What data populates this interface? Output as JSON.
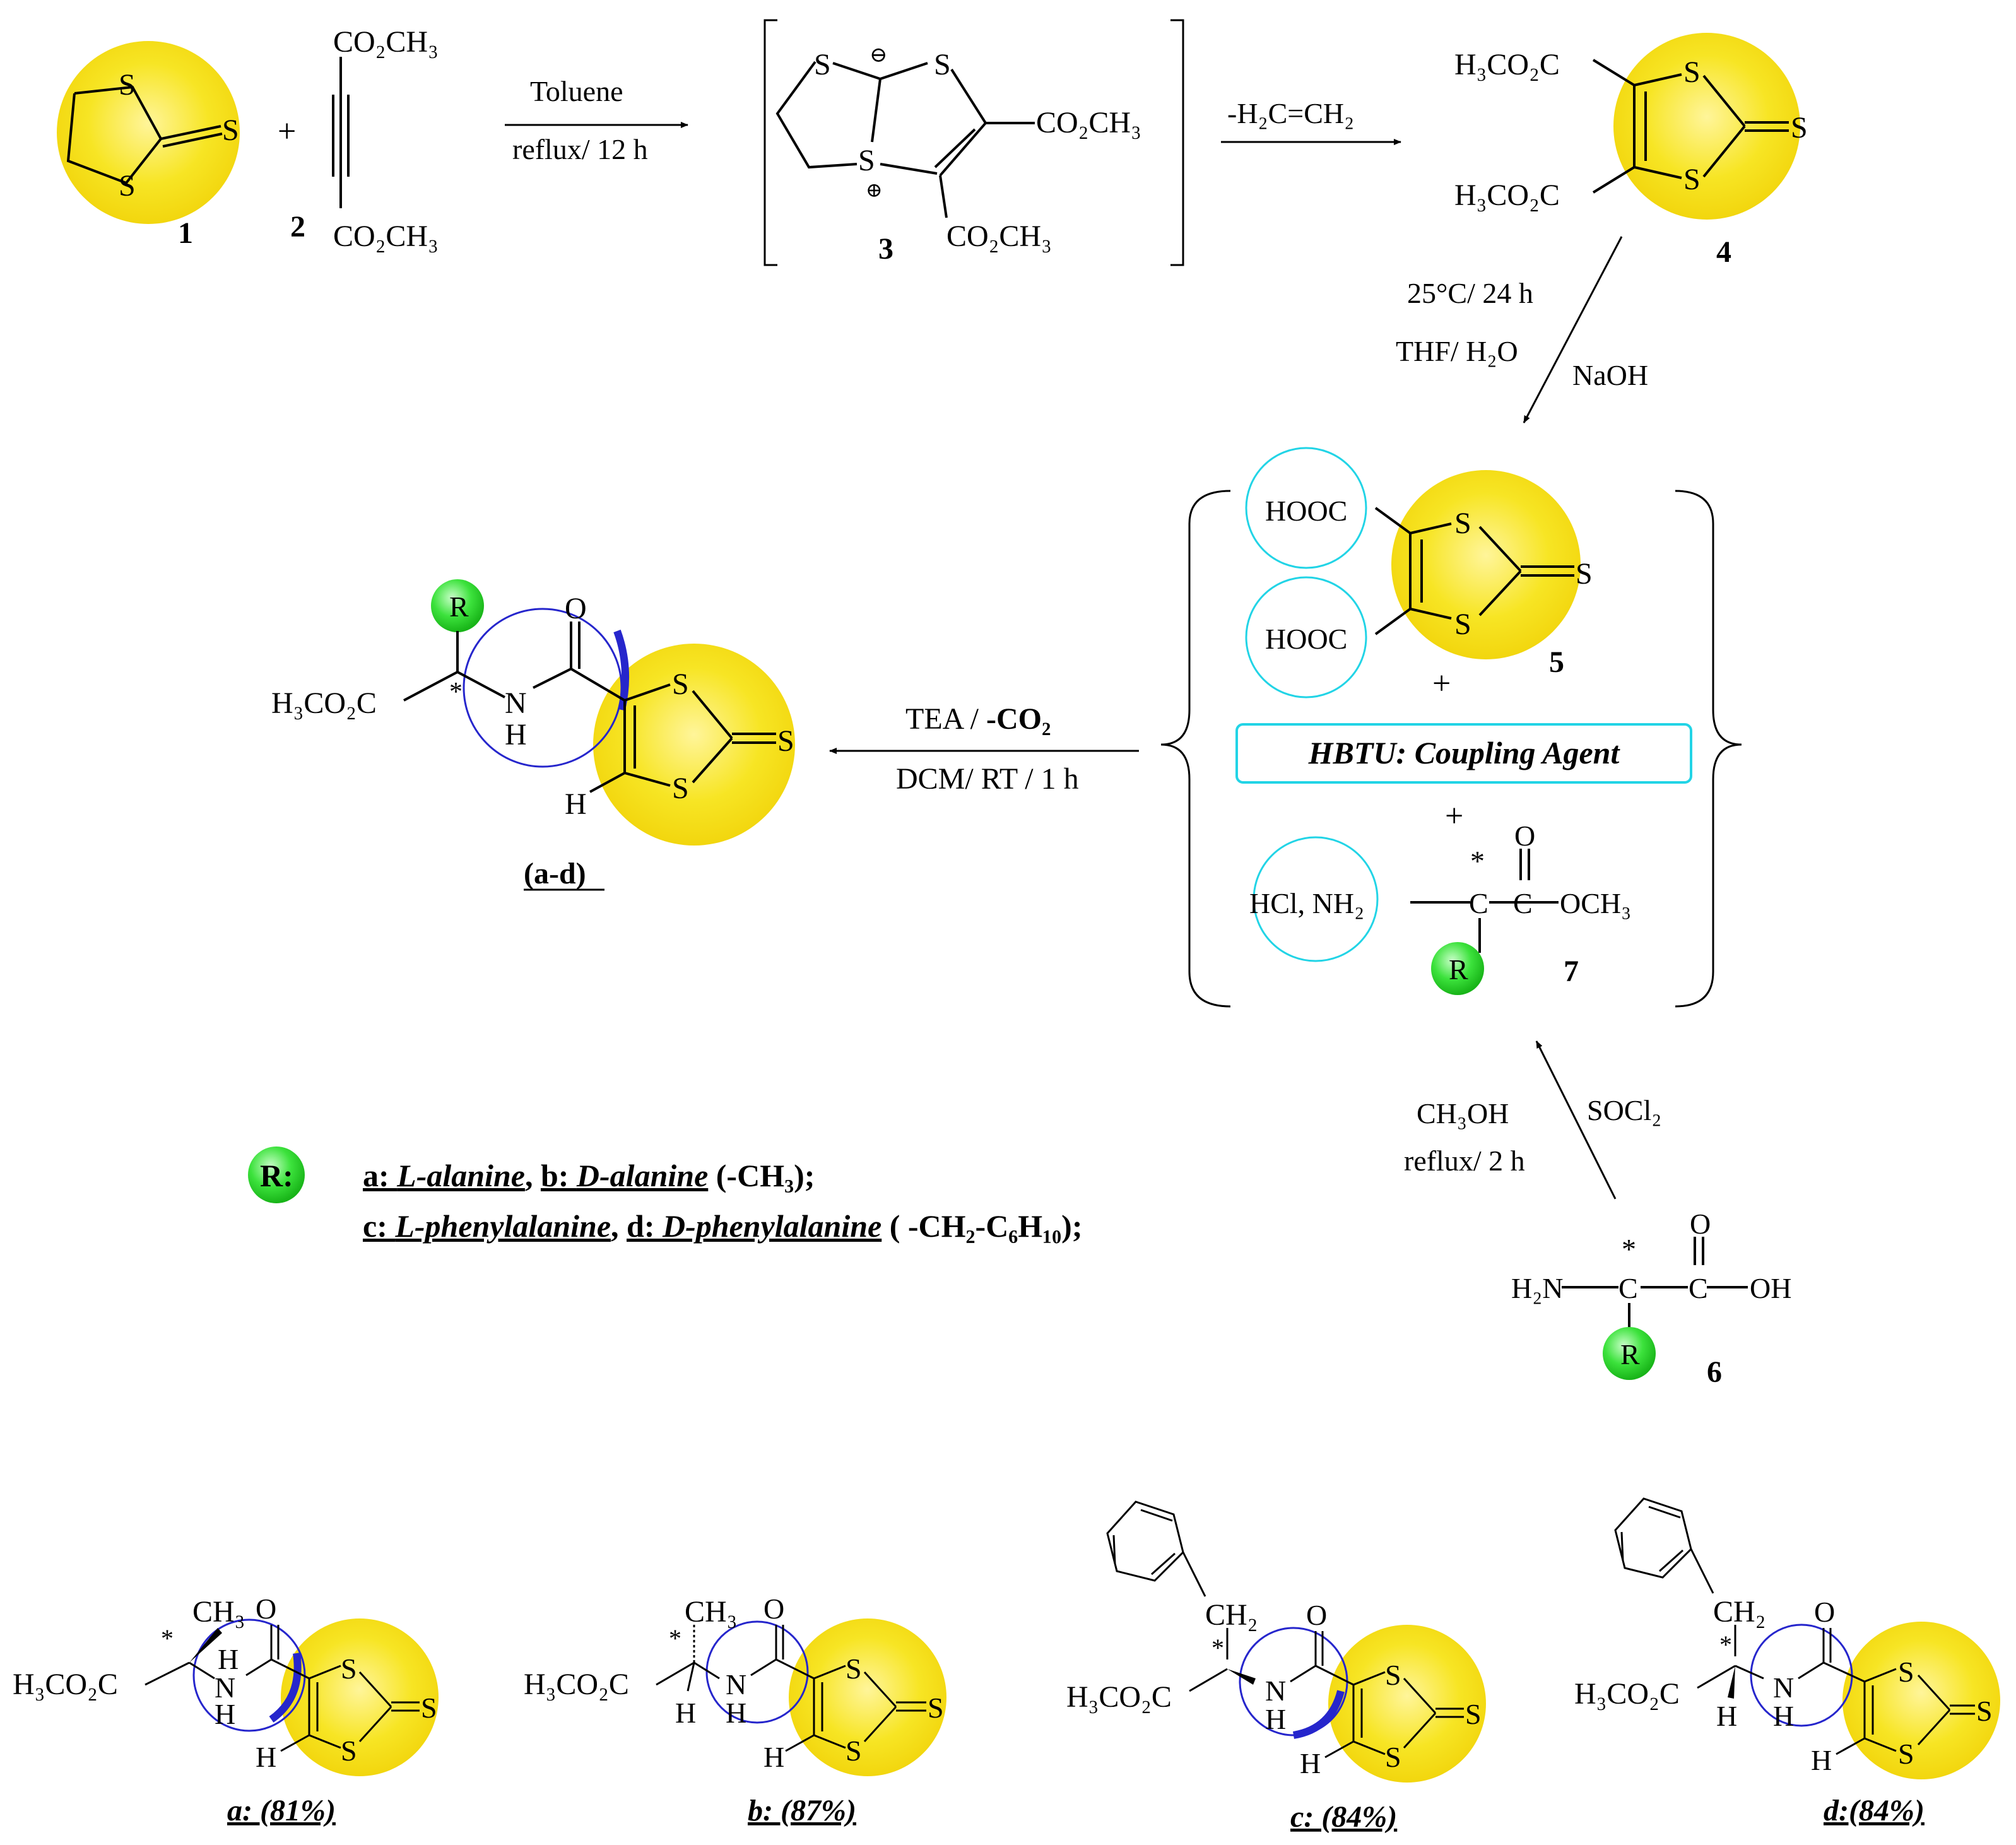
{
  "colors": {
    "ring": "#f5e11a",
    "ring_edge": "#fff8a0",
    "r_group": "#2fd02f",
    "cyan": "#22d4e6",
    "blue": "#2626cc"
  },
  "atoms": {
    "S": "S",
    "H": "H",
    "N": "N",
    "O": "O",
    "R": "R",
    "star": "*",
    "plus": "+",
    "minus": "⊖",
    "cation": "⊕"
  },
  "groups": {
    "co2ch3": "CO₂CH₃",
    "h3co2c": "H₃CO₂C",
    "hooc": "HOOC",
    "och3": "OCH₃",
    "oh": "OH",
    "h2n": "H₂N",
    "hcl_nh2": "HCl, NH₂",
    "ch3": "CH₃",
    "ch2": "CH₂",
    "c": "C"
  },
  "compounds": {
    "c1": "1",
    "c2": "2",
    "c3": "3",
    "c4": "4",
    "c5": "5",
    "c6": "6",
    "c7": "7",
    "product": "(a-d)"
  },
  "conditions": {
    "step1_top": "Toluene",
    "step1_bottom": "reflux/ 12 h",
    "step2": "-H₂C=CH₂",
    "step3_temp": "25°C/ 24 h",
    "step3_solvent": "THF/ H₂O",
    "step3_base": "NaOH",
    "step4_top_prefix": "TEA / ",
    "step4_top_bold": "-CO₂",
    "step4_bottom": "DCM/ RT / 1 h",
    "step5_solvent": "CH₃OH",
    "step5_time": "reflux/ 2 h",
    "step5_reagent": "SOCl₂"
  },
  "coupling_agent": "HBTU: Coupling Agent",
  "legend": {
    "r_label": "R:",
    "line1": [
      {
        "text": "a: ",
        "style": "bu"
      },
      {
        "text": "L-alanine",
        "style": "biu"
      },
      {
        "text": ", ",
        "style": "b"
      },
      {
        "text": "b: ",
        "style": "bu"
      },
      {
        "text": "D-alanine",
        "style": "biu"
      },
      {
        "text": " (-CH₃);",
        "style": "b"
      }
    ],
    "line2": [
      {
        "text": "c: ",
        "style": "bu"
      },
      {
        "text": "L-phenylalanine",
        "style": "biu"
      },
      {
        "text": ", ",
        "style": "b"
      },
      {
        "text": "d: ",
        "style": "bu"
      },
      {
        "text": "D-phenylalanine",
        "style": "biu"
      },
      {
        "text": " ( -CH₂-C₆H₁₀);",
        "style": "b"
      }
    ]
  },
  "yields": {
    "a": "a: (81%)",
    "b": "b: (87%)",
    "c": "c: (84%)",
    "d": "d:(84%)"
  }
}
